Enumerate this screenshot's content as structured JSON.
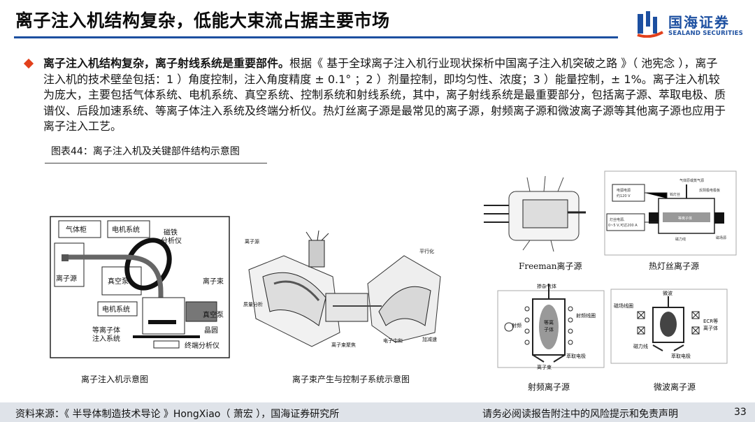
{
  "header": {
    "title": "离子注入机结构复杂，低能大束流占据主要市场",
    "logo_cn": "国海证券",
    "logo_en": "SEALAND SECURITIES"
  },
  "paragraph": {
    "lead": "离子注入机结构复杂，离子射线系统是重要部件。",
    "body": "根据《 基于全球离子注入机行业现状探析中国离子注入机突破之路 》（ 池宪念 ），离子注入机的技术壁垒包括：1 ）角度控制，注入角度精度 ± 0.1° ；2 ）剂量控制，即均匀性、浓度；3 ）能量控制，± 1%。离子注入机较为庞大，主要包括气体系统、电机系统、真空系统、控制系统和射线系统，其中，离子射线系统是最重要部分，包括离子源、萃取电极、质谱仪、后段加速系统、等离子体注入系统及终端分析仪。热灯丝离子源是最常见的离子源，射频离子源和微波离子源等其他离子源也应用于离子注入工艺。"
  },
  "figure": {
    "caption": "图表44：离子注入机及关键部件结构示意图",
    "implanter": {
      "caption": "离子注入机示意图",
      "labels": {
        "gas_cabinet": "气体柜",
        "motor_system_top": "电机系统",
        "magnet_1": "磁铁",
        "magnet_2": "分析仪",
        "ion_source": "离子源",
        "vacuum_pump_1": "真空泵",
        "ion_beam": "离子束",
        "motor_system_bottom": "电机系统",
        "vacuum_pump_2": "真空泵",
        "plasma_1": "等离子体",
        "plasma_2": "注入系统",
        "wafer": "晶圆",
        "terminal": "终端分析仪"
      }
    },
    "beam_system": {
      "caption": "离子束产生与控制子系统示意图",
      "labels": {
        "ion_source": "离子源",
        "parallelizer": "平行化",
        "mass_analysis": "质量分析",
        "beam_focus": "离子束聚焦",
        "neutralizer": "电子中和",
        "accel_decel": "加减速"
      }
    },
    "freeman": {
      "caption": "Freeman离子源"
    },
    "hot_filament": {
      "caption": "热灯丝离子源",
      "labels": {
        "gas_entry": "气体原或蒸气源",
        "reflector": "反阴极电极板",
        "filament_supply_1": "电弧电源",
        "filament_supply_2": "约120 V",
        "tungsten": "钨灯丝",
        "filament_power_1": "灯丝电源,",
        "filament_power_2": "0~5 V,可达200 A",
        "plasma": "等离子体",
        "magnet": "磁力线",
        "ion_exit": "磁场源"
      }
    },
    "rf_source": {
      "caption": "射频离子源",
      "labels": {
        "doping_gas": "掺杂气体",
        "rf": "射频",
        "coil": "射频线圈",
        "plasma_1": "等离",
        "plasma_2": "子体",
        "extract": "萃取电极",
        "beam": "离子束"
      }
    },
    "microwave_source": {
      "caption": "微波离子源",
      "labels": {
        "microwave": "微波",
        "coil": "磁场线圈",
        "ecr_1": "ECR等",
        "ecr_2": "离子体",
        "magnet": "磁力线",
        "extract": "萃取电极"
      }
    }
  },
  "footer": {
    "source": "资料来源：《 半导体制造技术导论 》HongXiao（ 萧宏 ），国海证券研究所",
    "disclaimer": "请务必阅读报告附注中的风险提示和免责声明",
    "page": "33"
  },
  "colors": {
    "brand_blue": "#1c4fa0",
    "bullet_red": "#e2401c",
    "footer_bg": "#dfe3e9"
  }
}
